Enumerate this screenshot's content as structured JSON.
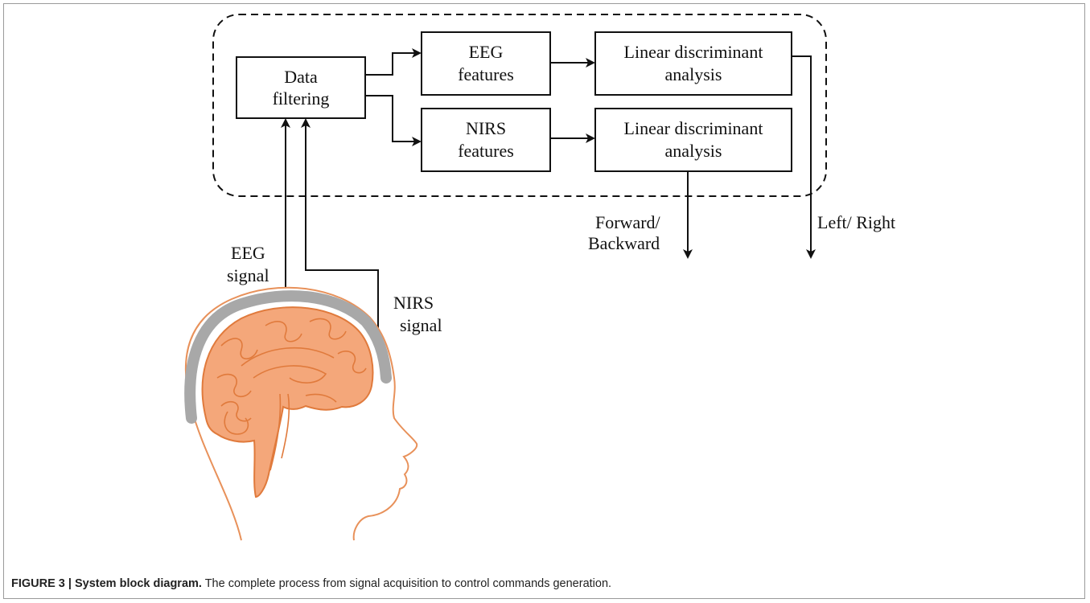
{
  "diagram": {
    "boxes": {
      "data_filtering": [
        "Data",
        "filtering"
      ],
      "eeg_features": [
        "EEG",
        "features"
      ],
      "nirs_features": [
        "NIRS",
        "features"
      ],
      "lda_eeg": [
        "Linear discriminant",
        "analysis"
      ],
      "lda_nirs": [
        "Linear discriminant",
        "analysis"
      ]
    },
    "labels": {
      "eeg_signal": [
        "EEG",
        "signal"
      ],
      "nirs_signal": [
        "NIRS",
        "signal"
      ],
      "forward_backward": [
        "Forward/",
        "Backward"
      ],
      "left_right": "Left/ Right"
    }
  },
  "caption": {
    "figure_label": "FIGURE 3 | System block diagram.",
    "text": " The complete process from signal acquisition to control commands generation."
  },
  "colors": {
    "brain_fill": "#f4a77a",
    "brain_stroke": "#e07a3c",
    "skull": "#a8a8a8",
    "head_outline": "#e8915a"
  }
}
